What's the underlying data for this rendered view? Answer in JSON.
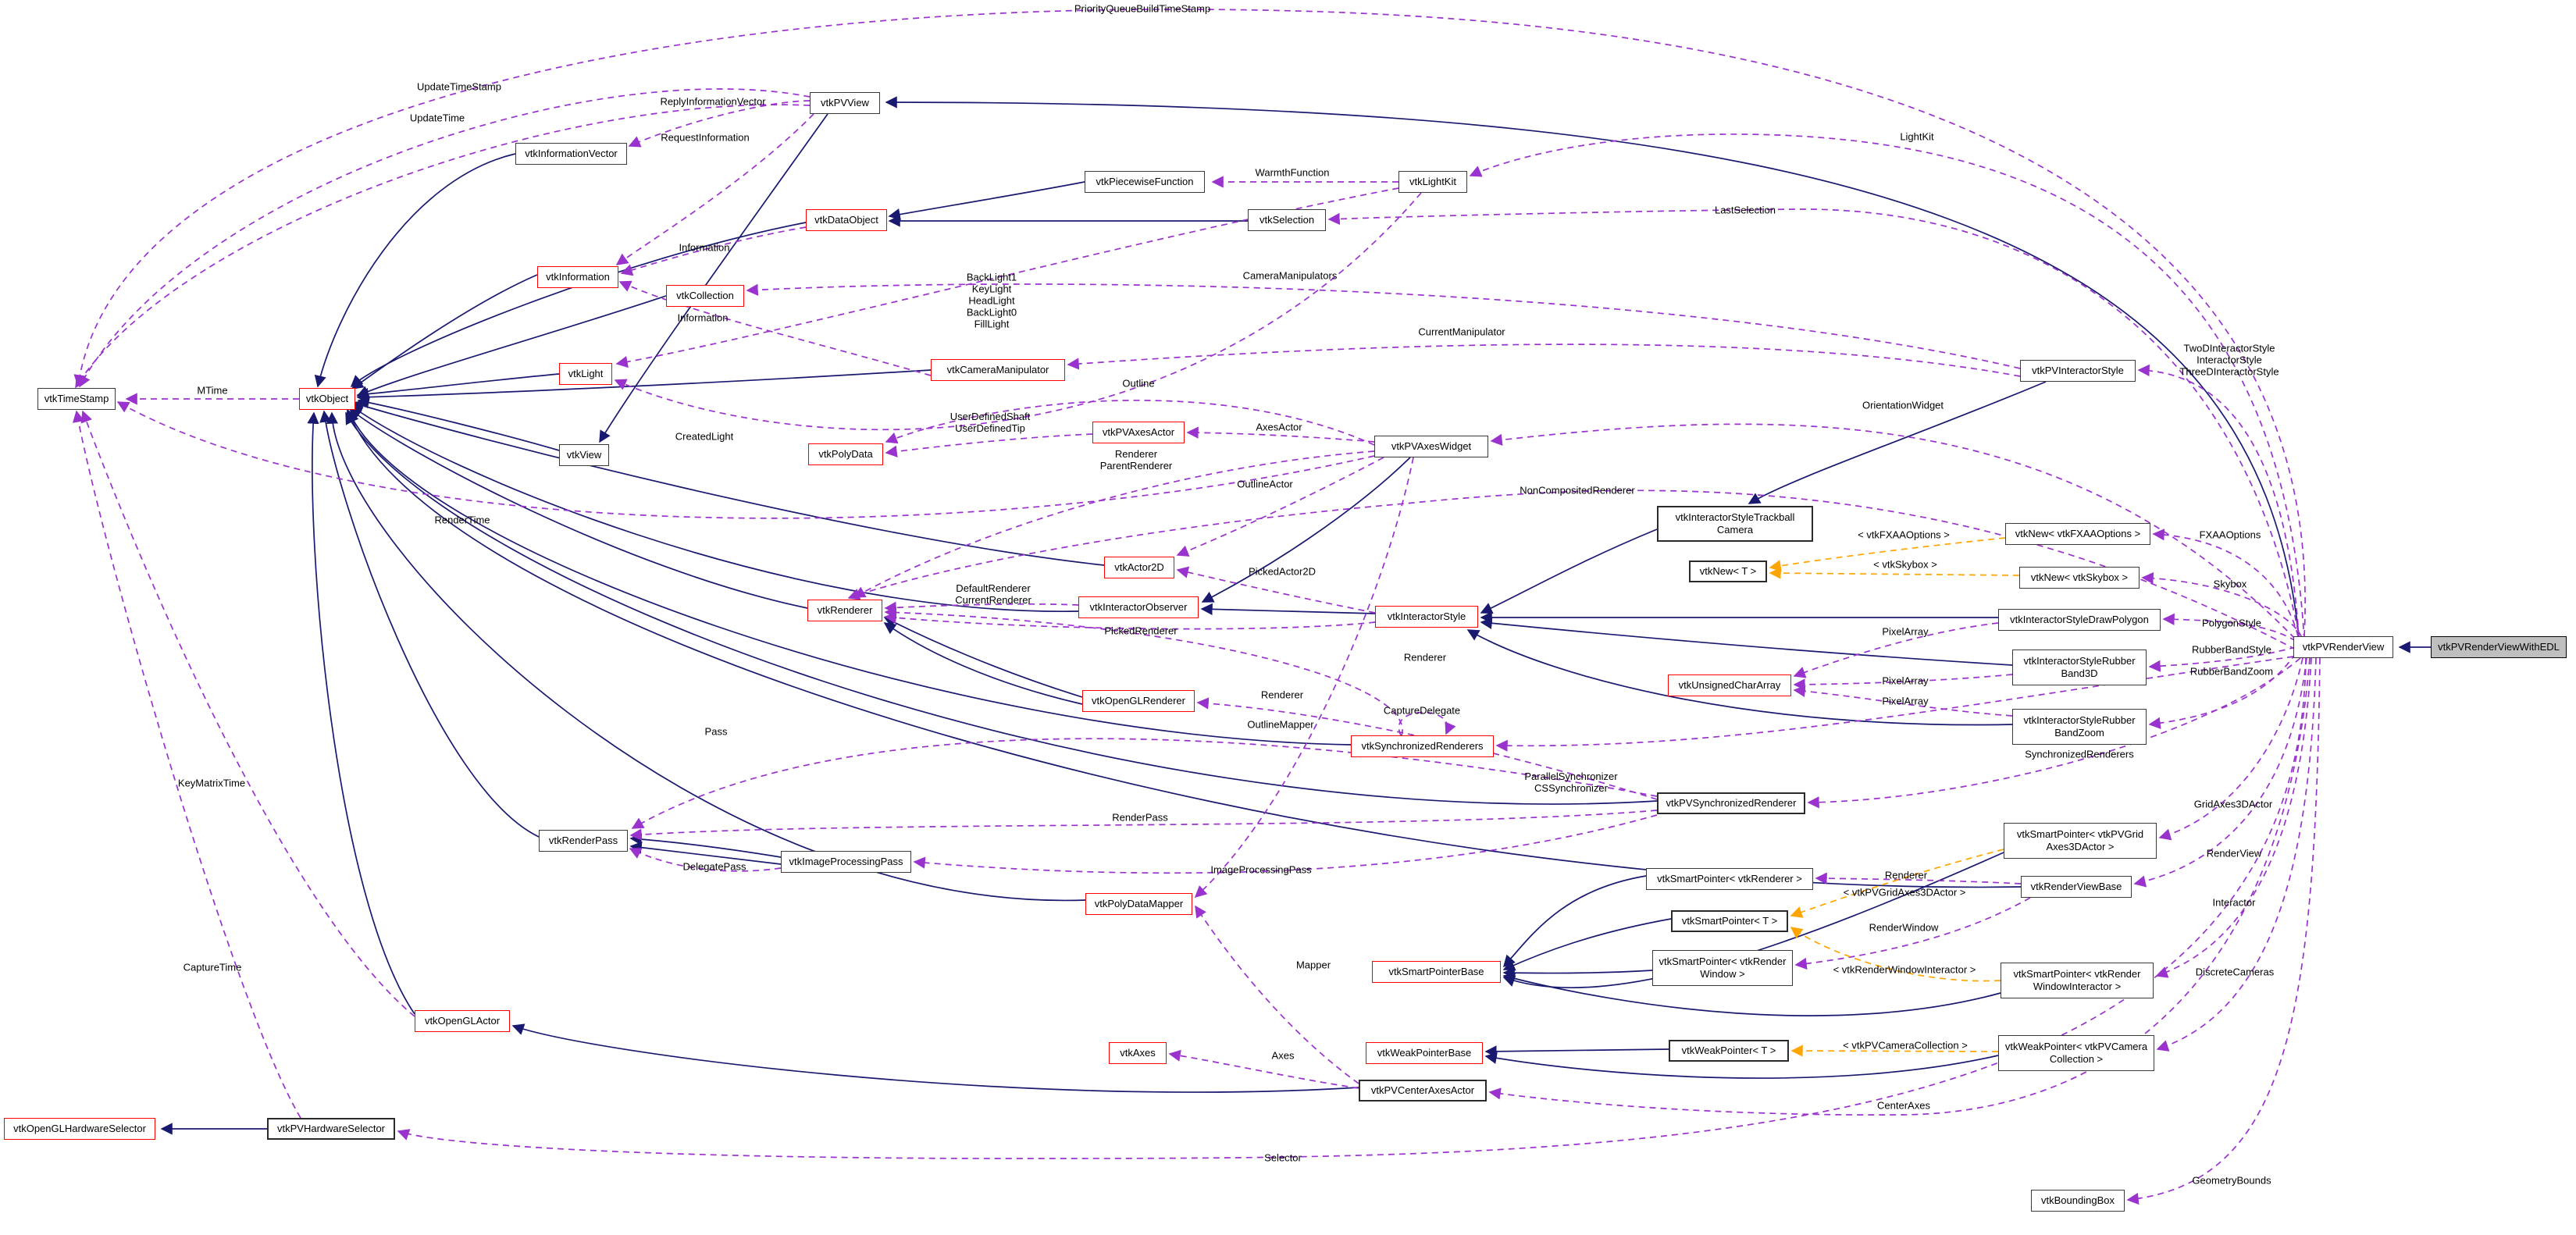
{
  "colors": {
    "inheritance_edge": "#191970",
    "usage_edge": "#9a32cd",
    "template_edge": "#ffa500",
    "truncated_node_border": "#ff0000",
    "node_fill": "#ffffff",
    "focus_node_fill": "#bfbfbf"
  },
  "nodes": [
    {
      "label": "vtkTimeStamp",
      "style": "dark"
    },
    {
      "label": "vtkObject",
      "style": "red"
    },
    {
      "label": "vtkInformationVector",
      "style": "dark"
    },
    {
      "label": "vtkPVView",
      "style": "dark"
    },
    {
      "label": "vtkPiecewiseFunction",
      "style": "dark"
    },
    {
      "label": "vtkLightKit",
      "style": "dark"
    },
    {
      "label": "vtkDataObject",
      "style": "red"
    },
    {
      "label": "vtkSelection",
      "style": "dark"
    },
    {
      "label": "vtkInformation",
      "style": "red"
    },
    {
      "label": "vtkCollection",
      "style": "red"
    },
    {
      "label": "vtkLight",
      "style": "red"
    },
    {
      "label": "vtkCameraManipulator",
      "style": "red"
    },
    {
      "label": "vtkView",
      "style": "dark"
    },
    {
      "label": "vtkPolyData",
      "style": "red"
    },
    {
      "label": "vtkPVAxesActor",
      "style": "red"
    },
    {
      "label": "vtkPVAxesWidget",
      "style": "dark"
    },
    {
      "label": "vtkPVInteractorStyle",
      "style": "dark"
    },
    {
      "label": "vtkInteractorStyleTrackball\nCamera",
      "style": "bold"
    },
    {
      "label": "vtkNew< vtkFXAAOptions >",
      "style": "dark"
    },
    {
      "label": "vtkNew< T >",
      "style": "bold"
    },
    {
      "label": "vtkNew< vtkSkybox >",
      "style": "dark"
    },
    {
      "label": "vtkActor2D",
      "style": "red"
    },
    {
      "label": "vtkInteractorObserver",
      "style": "red"
    },
    {
      "label": "vtkInteractorStyle",
      "style": "red"
    },
    {
      "label": "vtkInteractorStyleDrawPolygon",
      "style": "dark"
    },
    {
      "label": "vtkRenderer",
      "style": "red"
    },
    {
      "label": "vtkUnsignedCharArray",
      "style": "red"
    },
    {
      "label": "vtkInteractorStyleRubber\nBand3D",
      "style": "dark"
    },
    {
      "label": "vtkInteractorStyleRubber\nBandZoom",
      "style": "dark"
    },
    {
      "label": "vtkOpenGLRenderer",
      "style": "red"
    },
    {
      "label": "vtkSynchronizedRenderers",
      "style": "red"
    },
    {
      "label": "vtkPVSynchronizedRenderer",
      "style": "bold"
    },
    {
      "label": "vtkRenderPass",
      "style": "dark"
    },
    {
      "label": "vtkImageProcessingPass",
      "style": "dark"
    },
    {
      "label": "vtkPolyDataMapper",
      "style": "red"
    },
    {
      "label": "vtkSmartPointerBase",
      "style": "red"
    },
    {
      "label": "vtkSmartPointer< vtkRenderer >",
      "style": "dark"
    },
    {
      "label": "vtkSmartPointer< T >",
      "style": "bold"
    },
    {
      "label": "vtkSmartPointer< vtkRender\nWindow >",
      "style": "dark"
    },
    {
      "label": "vtkSmartPointer< vtkPVGrid\nAxes3DActor >",
      "style": "dark"
    },
    {
      "label": "vtkRenderViewBase",
      "style": "dark"
    },
    {
      "label": "vtkSmartPointer< vtkRender\nWindowInteractor >",
      "style": "dark"
    },
    {
      "label": "vtkWeakPointerBase",
      "style": "red"
    },
    {
      "label": "vtkAxes",
      "style": "red"
    },
    {
      "label": "vtkWeakPointer< T >",
      "style": "bold"
    },
    {
      "label": "vtkWeakPointer< vtkPVCamera\nCollection >",
      "style": "dark"
    },
    {
      "label": "vtkPVCenterAxesActor",
      "style": "bold"
    },
    {
      "label": "vtkOpenGLActor",
      "style": "red"
    },
    {
      "label": "vtkOpenGLHardwareSelector",
      "style": "red"
    },
    {
      "label": "vtkPVHardwareSelector",
      "style": "bold"
    },
    {
      "label": "vtkBoundingBox",
      "style": "dark"
    },
    {
      "label": "vtkPVRenderView",
      "style": "dark"
    },
    {
      "label": "vtkPVRenderViewWithEDL",
      "style": "gray"
    }
  ],
  "edge_labels": [
    {
      "text": "PriorityQueueBuildTimeStamp"
    },
    {
      "text": "UpdateTimeStamp"
    },
    {
      "text": "UpdateTime"
    },
    {
      "text": "ReplyInformationVector"
    },
    {
      "text": "RequestInformation"
    },
    {
      "text": "WarmthFunction"
    },
    {
      "text": "LightKit"
    },
    {
      "text": "LastSelection"
    },
    {
      "text": "Information"
    },
    {
      "text": "Information"
    },
    {
      "text": "CameraManipulators"
    },
    {
      "text": "BackLight1\nKeyLight\nHeadLight\nBackLight0\nFillLight"
    },
    {
      "text": "CurrentManipulator"
    },
    {
      "text": "Outline"
    },
    {
      "text": "UserDefinedShaft\nUserDefinedTip"
    },
    {
      "text": "AxesActor"
    },
    {
      "text": "Renderer\nParentRenderer"
    },
    {
      "text": "OutlineActor"
    },
    {
      "text": "NonCompositedRenderer"
    },
    {
      "text": "CreatedLight"
    },
    {
      "text": "MTime"
    },
    {
      "text": "RenderTime"
    },
    {
      "text": "PickedActor2D"
    },
    {
      "text": "DefaultRenderer\nCurrentRenderer"
    },
    {
      "text": "PickedRenderer"
    },
    {
      "text": "Renderer"
    },
    {
      "text": "Renderer"
    },
    {
      "text": "OutlineMapper"
    },
    {
      "text": "CaptureDelegate"
    },
    {
      "text": "ParallelSynchronizer\nCSSynchronizer"
    },
    {
      "text": "SynchronizedRenderers"
    },
    {
      "text": "TwoDInteractorStyle\nInteractorStyle\nThreeDInteractorStyle"
    },
    {
      "text": "OrientationWidget"
    },
    {
      "text": "FXAAOptions"
    },
    {
      "text": "< vtkFXAAOptions >"
    },
    {
      "text": "< vtkSkybox >"
    },
    {
      "text": "Skybox"
    },
    {
      "text": "PolygonStyle"
    },
    {
      "text": "RubberBandStyle"
    },
    {
      "text": "RubberBandZoom"
    },
    {
      "text": "PixelArray"
    },
    {
      "text": "PixelArray"
    },
    {
      "text": "PixelArray"
    },
    {
      "text": "Pass"
    },
    {
      "text": "KeyMatrixTime"
    },
    {
      "text": "RenderPass"
    },
    {
      "text": "DelegatePass"
    },
    {
      "text": "ImageProcessingPass"
    },
    {
      "text": "GridAxes3DActor"
    },
    {
      "text": "Renderer"
    },
    {
      "text": "< vtkPVGridAxes3DActor >"
    },
    {
      "text": "RenderView"
    },
    {
      "text": "RenderWindow"
    },
    {
      "text": "Interactor"
    },
    {
      "text": "< vtkRenderWindowInteractor >"
    },
    {
      "text": "DiscreteCameras"
    },
    {
      "text": "Mapper"
    },
    {
      "text": "Axes"
    },
    {
      "text": "< vtkPVCameraCollection >"
    },
    {
      "text": "CenterAxes"
    },
    {
      "text": "CaptureTime"
    },
    {
      "text": "Selector"
    },
    {
      "text": "GeometryBounds"
    }
  ]
}
